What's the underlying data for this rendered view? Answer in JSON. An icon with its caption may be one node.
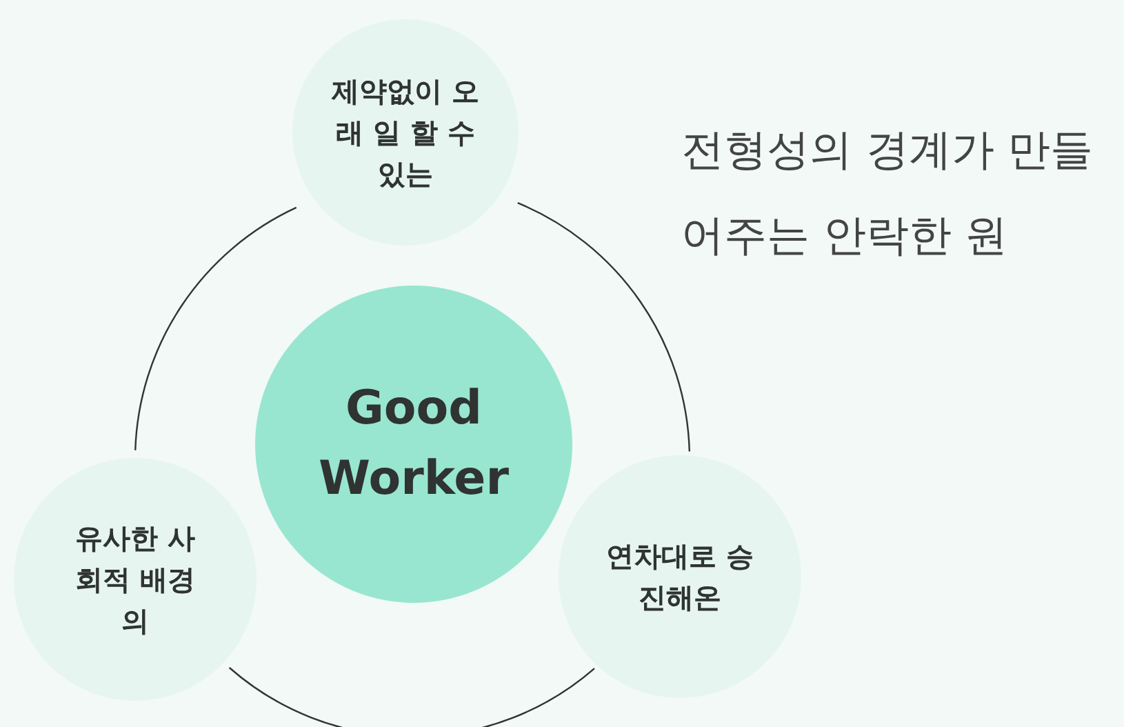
{
  "diagram": {
    "nodes": [
      {
        "text": [
          "제약없이 오래 일 할 수 있는"
        ]
      },
      {
        "text": [
          "Good Worker"
        ]
      },
      {
        "text": [
          "유사한 사회적 배경의"
        ]
      },
      {
        "text": [
          "연차대로 승진해온"
        ]
      }
    ],
    "edges": [
      {
        "from": 0,
        "to": 3,
        "arrow": "none"
      },
      {
        "from": 3,
        "to": 2,
        "arrow": "none"
      },
      {
        "from": 2,
        "to": 0,
        "arrow": "none"
      }
    ],
    "labels": [
      "전형성의 경계가 만들어주는 안락한 원"
    ]
  }
}
